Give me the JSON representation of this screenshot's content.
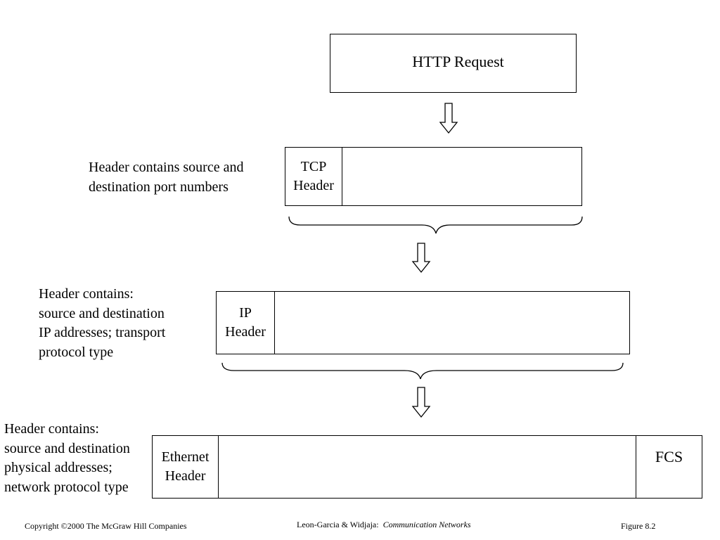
{
  "http_request": {
    "label": "HTTP Request"
  },
  "tcp": {
    "header_label": "TCP\nHeader",
    "note": "Header contains source and\ndestination port numbers"
  },
  "ip": {
    "header_label": "IP\nHeader",
    "note": "Header contains:\nsource and destination\nIP addresses; transport\nprotocol type"
  },
  "ethernet": {
    "header_label": "Ethernet\nHeader",
    "trailer_label": "FCS",
    "note": "Header contains:\nsource and destination\nphysical addresses;\nnetwork protocol type"
  },
  "footer": {
    "copyright": "Copyright ©2000 The McGraw Hill Companies",
    "authors": "Leon-Garcia & Widjaja:",
    "book": "Communication Networks",
    "figure": "Figure 8.2"
  }
}
